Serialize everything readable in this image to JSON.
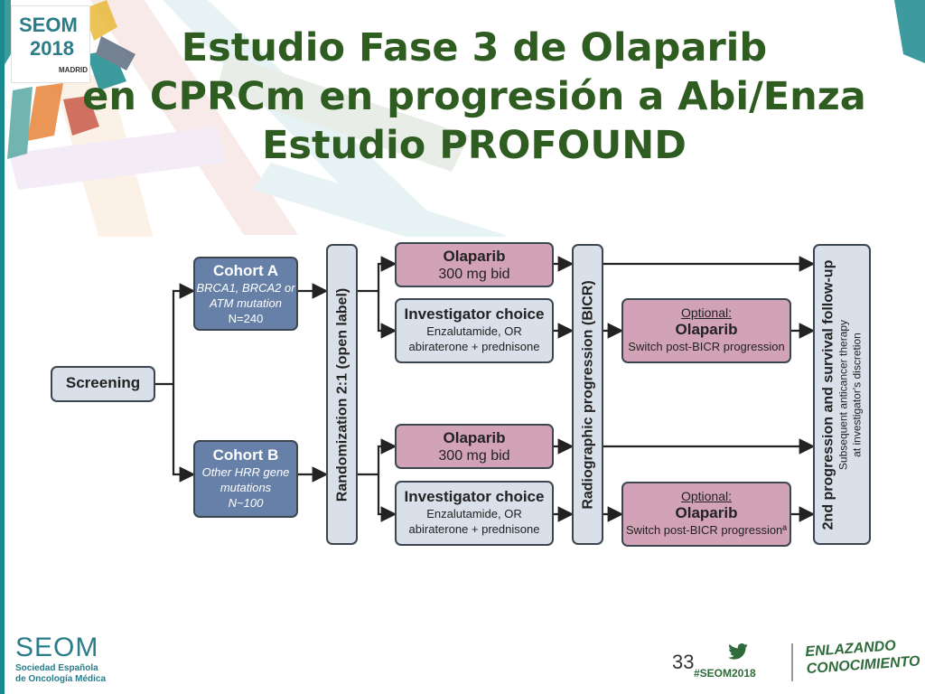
{
  "colors": {
    "title": "#2e5c21",
    "teal": "#1b8a8f",
    "cohort": "#6680a7",
    "arm_light": "#d9e0ea",
    "olaparib": "#d2a3b6"
  },
  "logo": {
    "line1": "SEOM",
    "line2": "2018",
    "line3": "MADRID"
  },
  "title": {
    "line1": "Estudio Fase 3 de Olaparib",
    "line2": "en CPRCm en progresión a Abi/Enza",
    "line3": "Estudio PROFOUND"
  },
  "diagram": {
    "screening": "Screening",
    "cohort_a": {
      "title": "Cohort A",
      "line1": "BRCA1, BRCA2 or",
      "line2": "ATM mutation",
      "line3": "N=240"
    },
    "cohort_b": {
      "title": "Cohort B",
      "line1": "Other HRR gene",
      "line2": "mutations",
      "line3": "N~100"
    },
    "randomization": "Randomization 2:1 (open label)",
    "olaparib_a": {
      "title": "Olaparib",
      "dose": "300 mg bid"
    },
    "invest_a": {
      "title": "Investigator choice",
      "line1": "Enzalutamide, OR",
      "line2": "abiraterone + prednisone"
    },
    "olaparib_b": {
      "title": "Olaparib",
      "dose": "300 mg bid"
    },
    "invest_b": {
      "title": "Investigator choice",
      "line1": "Enzalutamide, OR",
      "line2": "abiraterone + prednisone"
    },
    "radiographic": "Radiographic progression (BICR)",
    "optional_a": {
      "label": "Optional:",
      "title": "Olaparib",
      "line1": "Switch post-BICR progression"
    },
    "optional_b": {
      "label": "Optional:",
      "title": "Olaparib",
      "line1": "Switch post-BICR progressionª"
    },
    "followup": {
      "title": "2nd progression and survival follow-up",
      "line1": "Subsequent anticancer therapy",
      "line2": "at investigator's discretion"
    }
  },
  "footer": {
    "org_big": "SEOM",
    "org_line1": "Sociedad Española",
    "org_line2": "de Oncología Médica",
    "page_number": "33",
    "hashtag": "#SEOM2018",
    "icon": "twitter-bird-icon",
    "slogan_line1": "ENLAZANDO",
    "slogan_line2": "CONOCIMIENTO"
  }
}
